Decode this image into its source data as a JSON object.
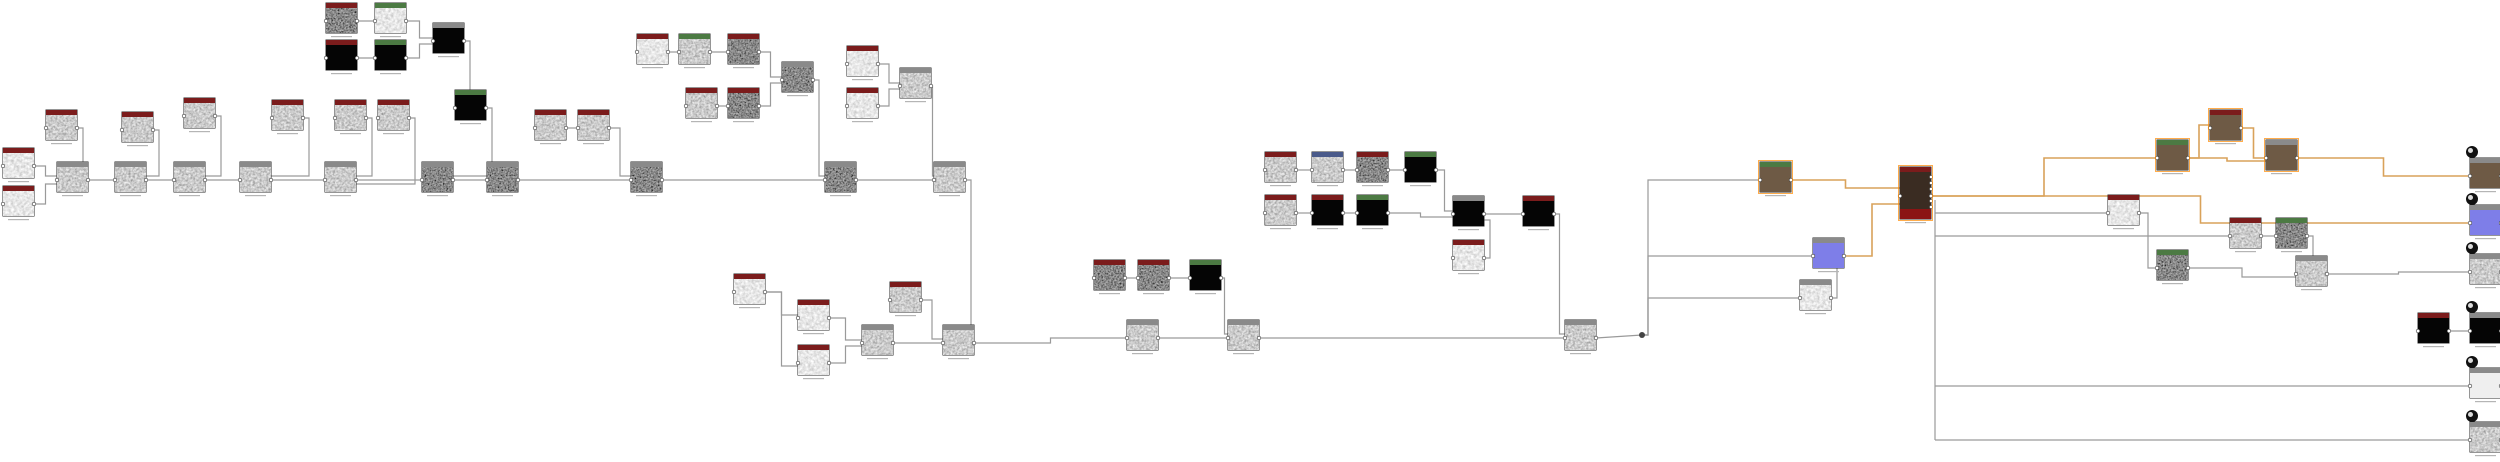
{
  "graph": {
    "colors": {
      "canvas": "#ffffff",
      "wire": "#9a9a9a",
      "wire_color": "#d9a25a",
      "header_red": "#7b1c1c",
      "header_green": "#4c7a43",
      "header_gray": "#8a8a8a",
      "header_blue": "#4a5a8a",
      "header_brown": "#5a4630",
      "selected_border": "#ff8a00"
    },
    "nodes": [
      {
        "id": "n1",
        "header": "red",
        "thumb": "noise-light"
      },
      {
        "id": "n2",
        "header": "red",
        "thumb": "noise-light"
      },
      {
        "id": "n3",
        "header": "red",
        "thumb": "noise-mid"
      },
      {
        "id": "n4",
        "header": "red",
        "thumb": "noise-mid"
      },
      {
        "id": "n5",
        "header": "red",
        "thumb": "noise-mid"
      },
      {
        "id": "n6",
        "header": "red",
        "thumb": "noise-mid"
      },
      {
        "id": "n7",
        "header": "red",
        "thumb": "noise-mid"
      },
      {
        "id": "n8",
        "header": "red",
        "thumb": "noise-mid"
      },
      {
        "id": "n9",
        "header": "red",
        "thumb": "noise-dark"
      },
      {
        "id": "n10",
        "header": "green",
        "thumb": "noise-light"
      },
      {
        "id": "n11",
        "header": "red",
        "thumb": "black"
      },
      {
        "id": "n12",
        "header": "green",
        "thumb": "black"
      },
      {
        "id": "n13",
        "header": "gray",
        "thumb": "black"
      },
      {
        "id": "n14",
        "header": "green",
        "thumb": "black"
      },
      {
        "id": "b1",
        "header": "gray",
        "thumb": "noise-mid"
      },
      {
        "id": "b2",
        "header": "gray",
        "thumb": "noise-mid"
      },
      {
        "id": "b3",
        "header": "gray",
        "thumb": "noise-mid"
      },
      {
        "id": "b4",
        "header": "gray",
        "thumb": "noise-mid"
      },
      {
        "id": "b5",
        "header": "gray",
        "thumb": "noise-mid"
      },
      {
        "id": "b6",
        "header": "gray",
        "thumb": "noise-dark"
      },
      {
        "id": "b7",
        "header": "gray",
        "thumb": "noise-dark"
      },
      {
        "id": "b8",
        "header": "gray",
        "thumb": "noise-dark"
      },
      {
        "id": "n15",
        "header": "red",
        "thumb": "noise-mid"
      },
      {
        "id": "n16",
        "header": "red",
        "thumb": "noise-mid"
      },
      {
        "id": "n17",
        "header": "red",
        "thumb": "noise-light"
      },
      {
        "id": "n18",
        "header": "green",
        "thumb": "noise-mid"
      },
      {
        "id": "n19",
        "header": "red",
        "thumb": "noise-dark"
      },
      {
        "id": "n20",
        "header": "red",
        "thumb": "noise-mid"
      },
      {
        "id": "n21",
        "header": "red",
        "thumb": "noise-dark"
      },
      {
        "id": "n22",
        "header": "gray",
        "thumb": "noise-dark"
      },
      {
        "id": "n23",
        "header": "red",
        "thumb": "noise-light"
      },
      {
        "id": "n24",
        "header": "red",
        "thumb": "noise-light"
      },
      {
        "id": "n25",
        "header": "gray",
        "thumb": "noise-mid"
      },
      {
        "id": "b9",
        "header": "gray",
        "thumb": "noise-dark"
      },
      {
        "id": "b10",
        "header": "gray",
        "thumb": "noise-mid"
      },
      {
        "id": "m1",
        "header": "red",
        "thumb": "noise-light"
      },
      {
        "id": "m2",
        "header": "red",
        "thumb": "noise-light"
      },
      {
        "id": "m3",
        "header": "red",
        "thumb": "noise-light"
      },
      {
        "id": "m4",
        "header": "gray",
        "thumb": "noise-mid"
      },
      {
        "id": "m5",
        "header": "red",
        "thumb": "noise-mid"
      },
      {
        "id": "m6",
        "header": "gray",
        "thumb": "noise-mid"
      },
      {
        "id": "m7",
        "header": "red",
        "thumb": "noise-dark"
      },
      {
        "id": "m8",
        "header": "red",
        "thumb": "noise-dark"
      },
      {
        "id": "m9",
        "header": "green",
        "thumb": "black"
      },
      {
        "id": "m10",
        "header": "gray",
        "thumb": "noise-mid"
      },
      {
        "id": "m11",
        "header": "gray",
        "thumb": "noise-mid"
      },
      {
        "id": "r1",
        "header": "red",
        "thumb": "noise-mid"
      },
      {
        "id": "r2",
        "header": "blue",
        "thumb": "noise-mid"
      },
      {
        "id": "r3",
        "header": "red",
        "thumb": "noise-dark"
      },
      {
        "id": "r4",
        "header": "green",
        "thumb": "black"
      },
      {
        "id": "r5",
        "header": "red",
        "thumb": "noise-mid"
      },
      {
        "id": "r6",
        "header": "red",
        "thumb": "black"
      },
      {
        "id": "r7",
        "header": "green",
        "thumb": "black"
      },
      {
        "id": "r8",
        "header": "gray",
        "thumb": "black"
      },
      {
        "id": "r9",
        "header": "red",
        "thumb": "black"
      },
      {
        "id": "r10",
        "header": "red",
        "thumb": "noise-light"
      },
      {
        "id": "r11",
        "header": "gray",
        "thumb": "noise-mid"
      },
      {
        "id": "o1",
        "header": "green",
        "thumb": "brown"
      },
      {
        "id": "o2",
        "header": "gray",
        "thumb": "periwinkle"
      },
      {
        "id": "o3",
        "header": "gray",
        "thumb": "noise-light"
      },
      {
        "id": "o4",
        "header": "red",
        "thumb": "brown-dark"
      },
      {
        "id": "o5",
        "header": "red",
        "thumb": "noise-light"
      },
      {
        "id": "o6",
        "header": "green",
        "thumb": "brown"
      },
      {
        "id": "o7",
        "header": "red",
        "thumb": "brown"
      },
      {
        "id": "o8",
        "header": "gray",
        "thumb": "brown"
      },
      {
        "id": "o9",
        "header": "red",
        "thumb": "noise-mid"
      },
      {
        "id": "o10",
        "header": "green",
        "thumb": "noise-dark"
      },
      {
        "id": "o11",
        "header": "green",
        "thumb": "noise-dark"
      },
      {
        "id": "o12",
        "header": "gray",
        "thumb": "noise-mid"
      },
      {
        "id": "p1",
        "header": "gray",
        "thumb": "brown"
      },
      {
        "id": "p2",
        "header": "gray",
        "thumb": "periwinkle"
      },
      {
        "id": "p3",
        "header": "gray",
        "thumb": "noise-mid"
      },
      {
        "id": "p4",
        "header": "red",
        "thumb": "black"
      },
      {
        "id": "p5",
        "header": "gray",
        "thumb": "black"
      },
      {
        "id": "p6",
        "header": "gray",
        "thumb": "white"
      },
      {
        "id": "p7",
        "header": "gray",
        "thumb": "noise-mid"
      }
    ],
    "output_icons": [
      {
        "id": "p1",
        "icon": "sphere-icon"
      },
      {
        "id": "p2",
        "icon": "sphere-icon"
      },
      {
        "id": "p3",
        "icon": "sphere-icon"
      },
      {
        "id": "p5",
        "icon": "sphere-icon"
      },
      {
        "id": "p6",
        "icon": "sphere-icon"
      },
      {
        "id": "p7",
        "icon": "sphere-icon"
      }
    ]
  }
}
